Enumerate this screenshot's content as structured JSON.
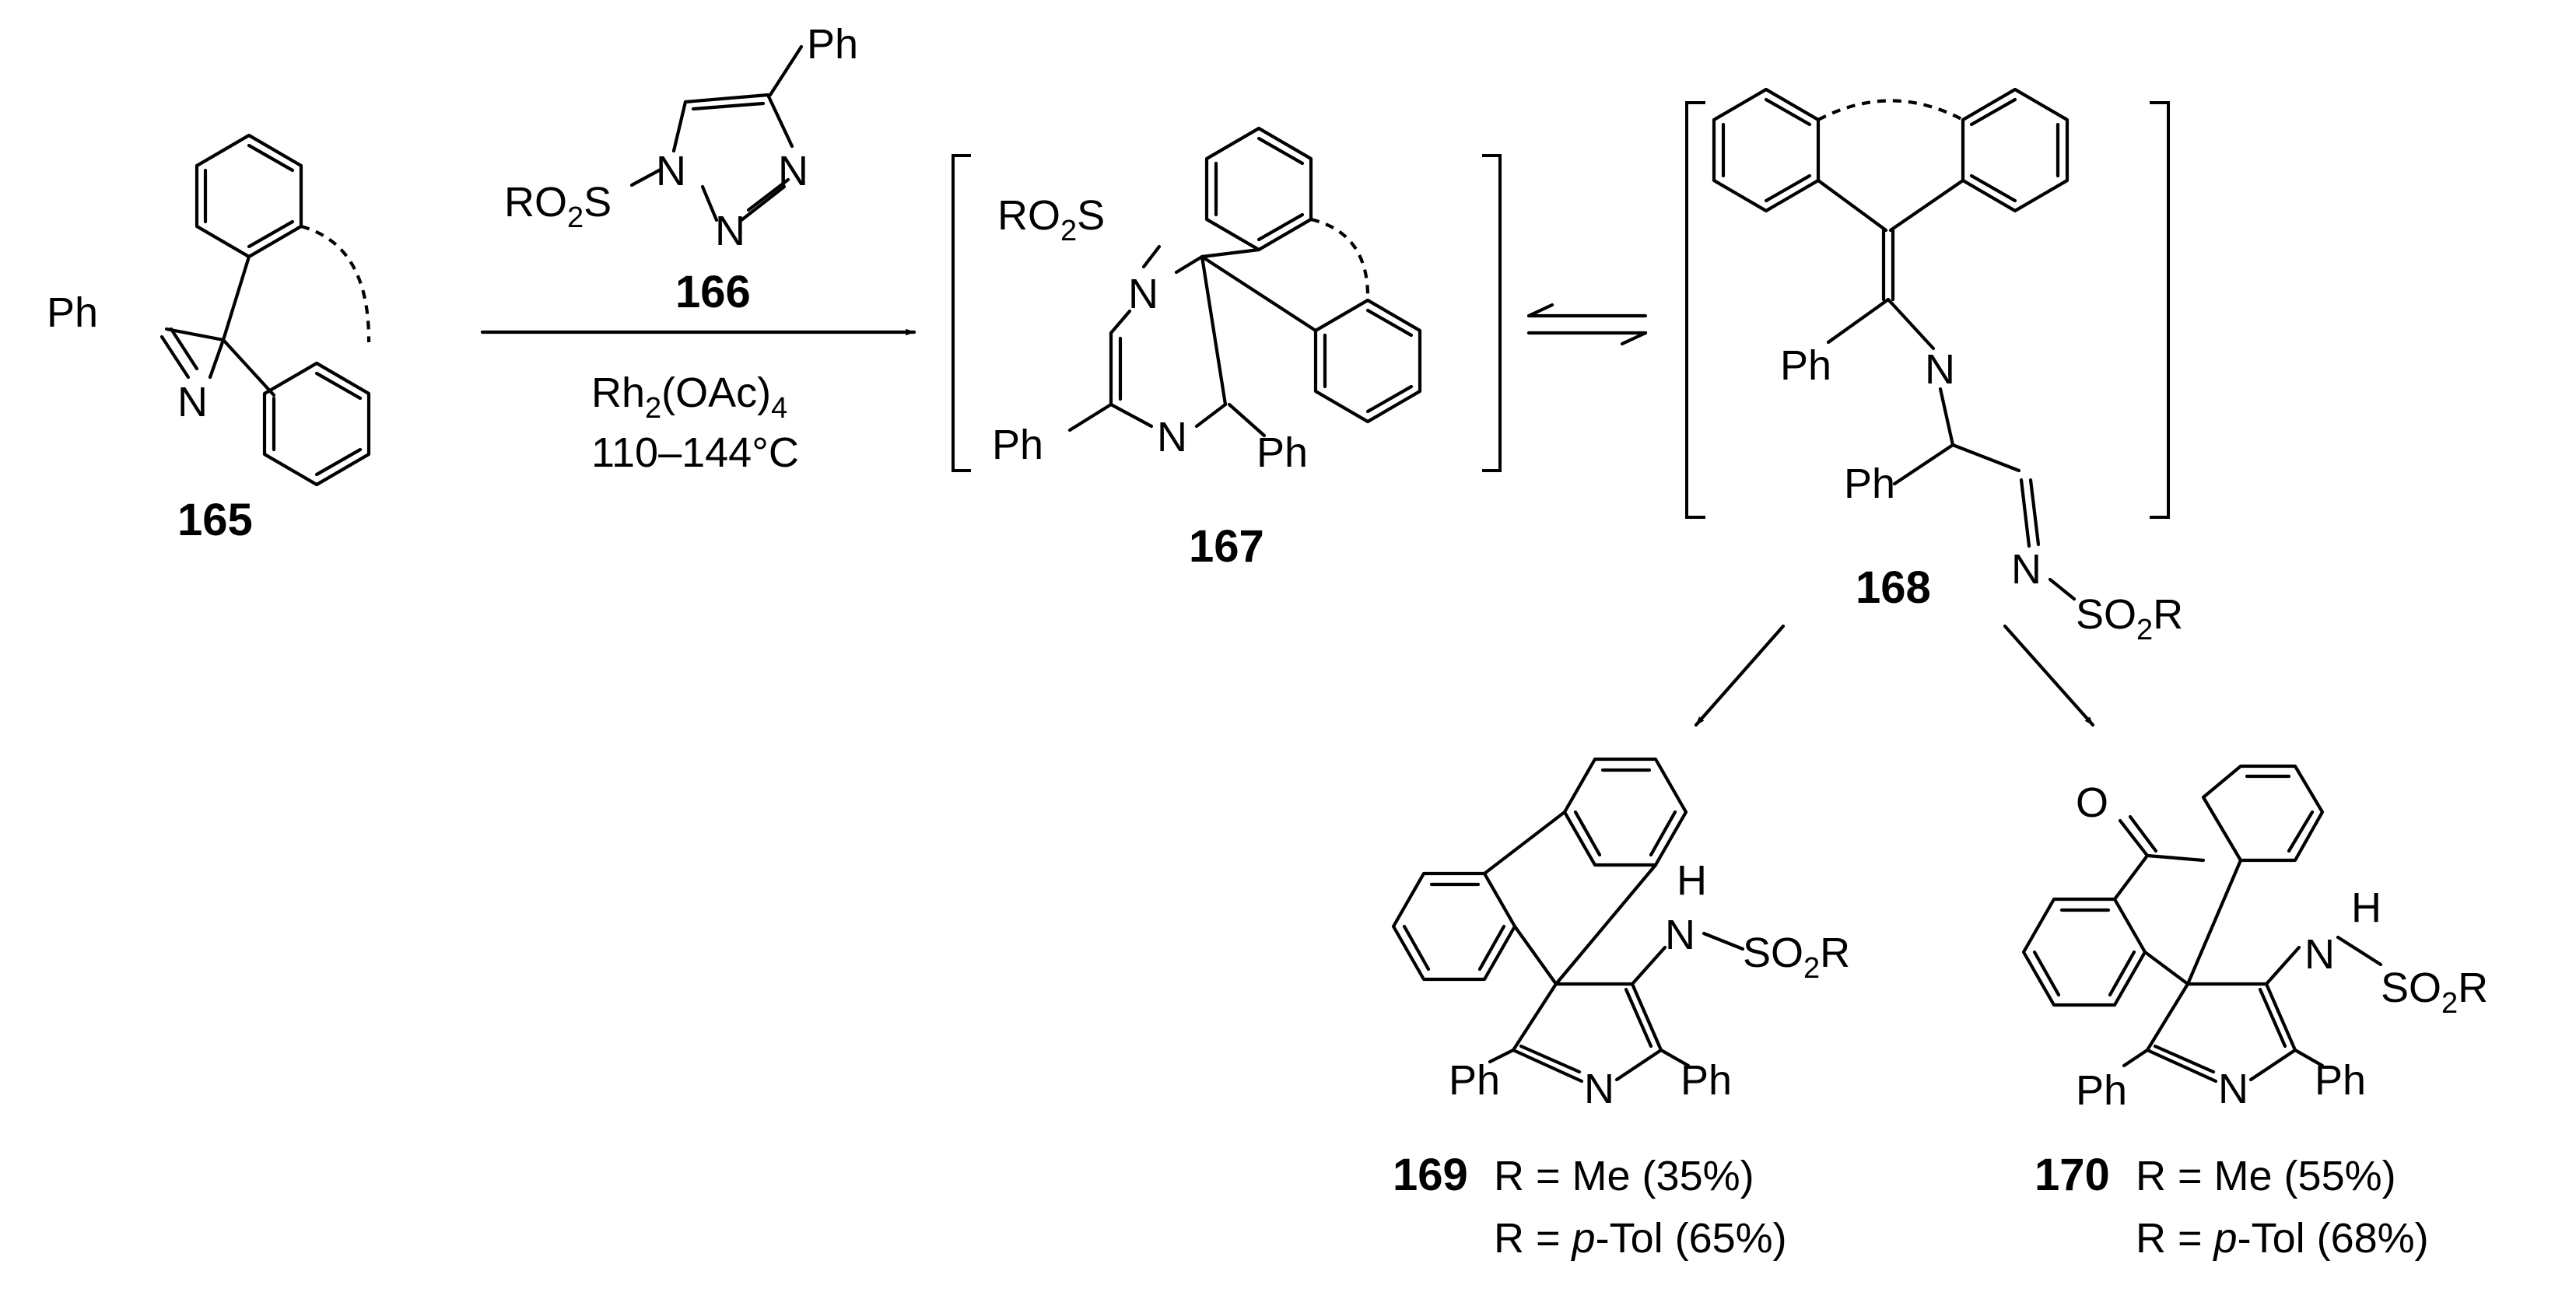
{
  "compounds": {
    "c165": "165",
    "c166": "166",
    "c167": "167",
    "c168": "168",
    "c169": "169",
    "c170": "170"
  },
  "labels": {
    "ph": "Ph",
    "n": "N",
    "so2_prefix": "RO",
    "so2_sub": "2",
    "so2_suffix": "S",
    "sulfonyl_prefix": "SO",
    "sulfonyl_sub": "2",
    "sulfonyl_suffix": "R",
    "h": "H",
    "o": "O"
  },
  "conditions": {
    "catalyst_prefix": "Rh",
    "catalyst_sub1": "2",
    "catalyst_mid": "(OAc)",
    "catalyst_sub2": "4",
    "temperature": "110–144°C"
  },
  "yields": {
    "c169_line1": "R = Me (35%)",
    "c169_line2_prefix": "R = ",
    "c169_line2_italic": "p",
    "c169_line2_suffix": "-Tol (65%)",
    "c170_line1": "R = Me (55%)",
    "c170_line2_prefix": "R = ",
    "c170_line2_italic": "p",
    "c170_line2_suffix": "-Tol (68%)"
  }
}
